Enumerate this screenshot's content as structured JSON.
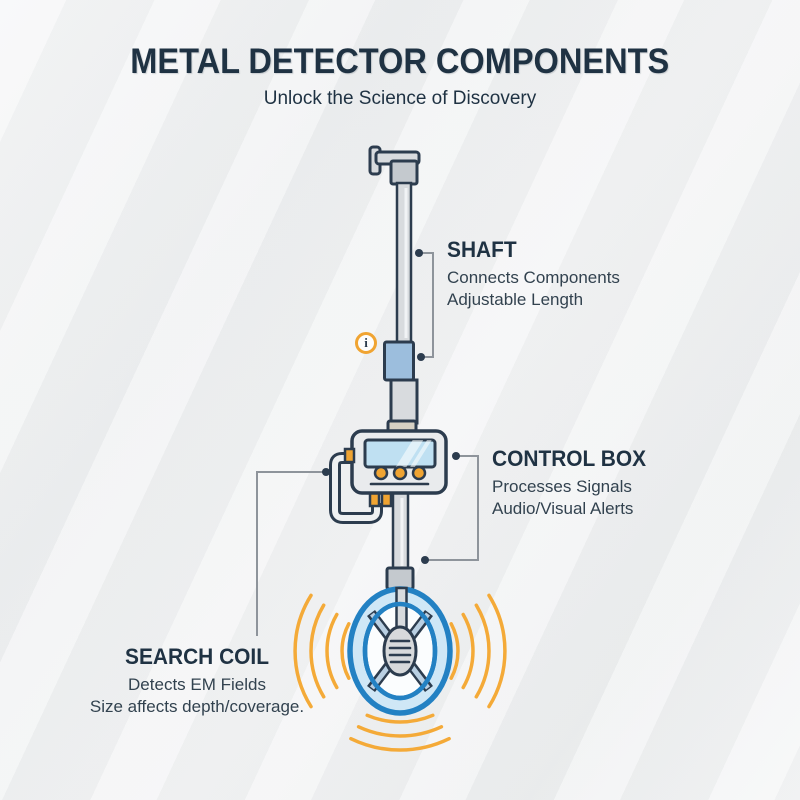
{
  "palette": {
    "navy": "#2c3c4e",
    "text_dark": "#1f3243",
    "text_sub": "#32424f",
    "bg": "#eff1f2",
    "gray_fill": "#e9ebed",
    "shaft_fill": "#d8dbde",
    "dim_fill": "#c4c9ce",
    "tan_fill": "#d6d1c4",
    "collar_blue": "#9cbedd",
    "screen_blue": "#bfe0f2",
    "orange": "#f0a432",
    "wave_orange": "#f4aa38",
    "coil_blue": "#2381c3",
    "coil_ring_fill": "#cfe7f6",
    "spoke_fill": "#b9cfe2",
    "hub_fill": "#d7d9db",
    "leader_gray": "#8e949b"
  },
  "header": {
    "title": "METAL DETECTOR COMPONENTS",
    "subtitle": "Unlock the Science of Discovery"
  },
  "info_icon": {
    "glyph": "i"
  },
  "labels": {
    "shaft": {
      "title": "SHAFT",
      "line1": "Connects Components",
      "line2": "Adjustable Length"
    },
    "control_box": {
      "title": "CONTROL BOX",
      "line1": "Processes Signals",
      "line2": "Audio/Visual Alerts"
    },
    "search_coil": {
      "title": "SEARCH COIL",
      "line1": "Detects EM Fields",
      "line2": "Size affects depth/coverage."
    }
  }
}
